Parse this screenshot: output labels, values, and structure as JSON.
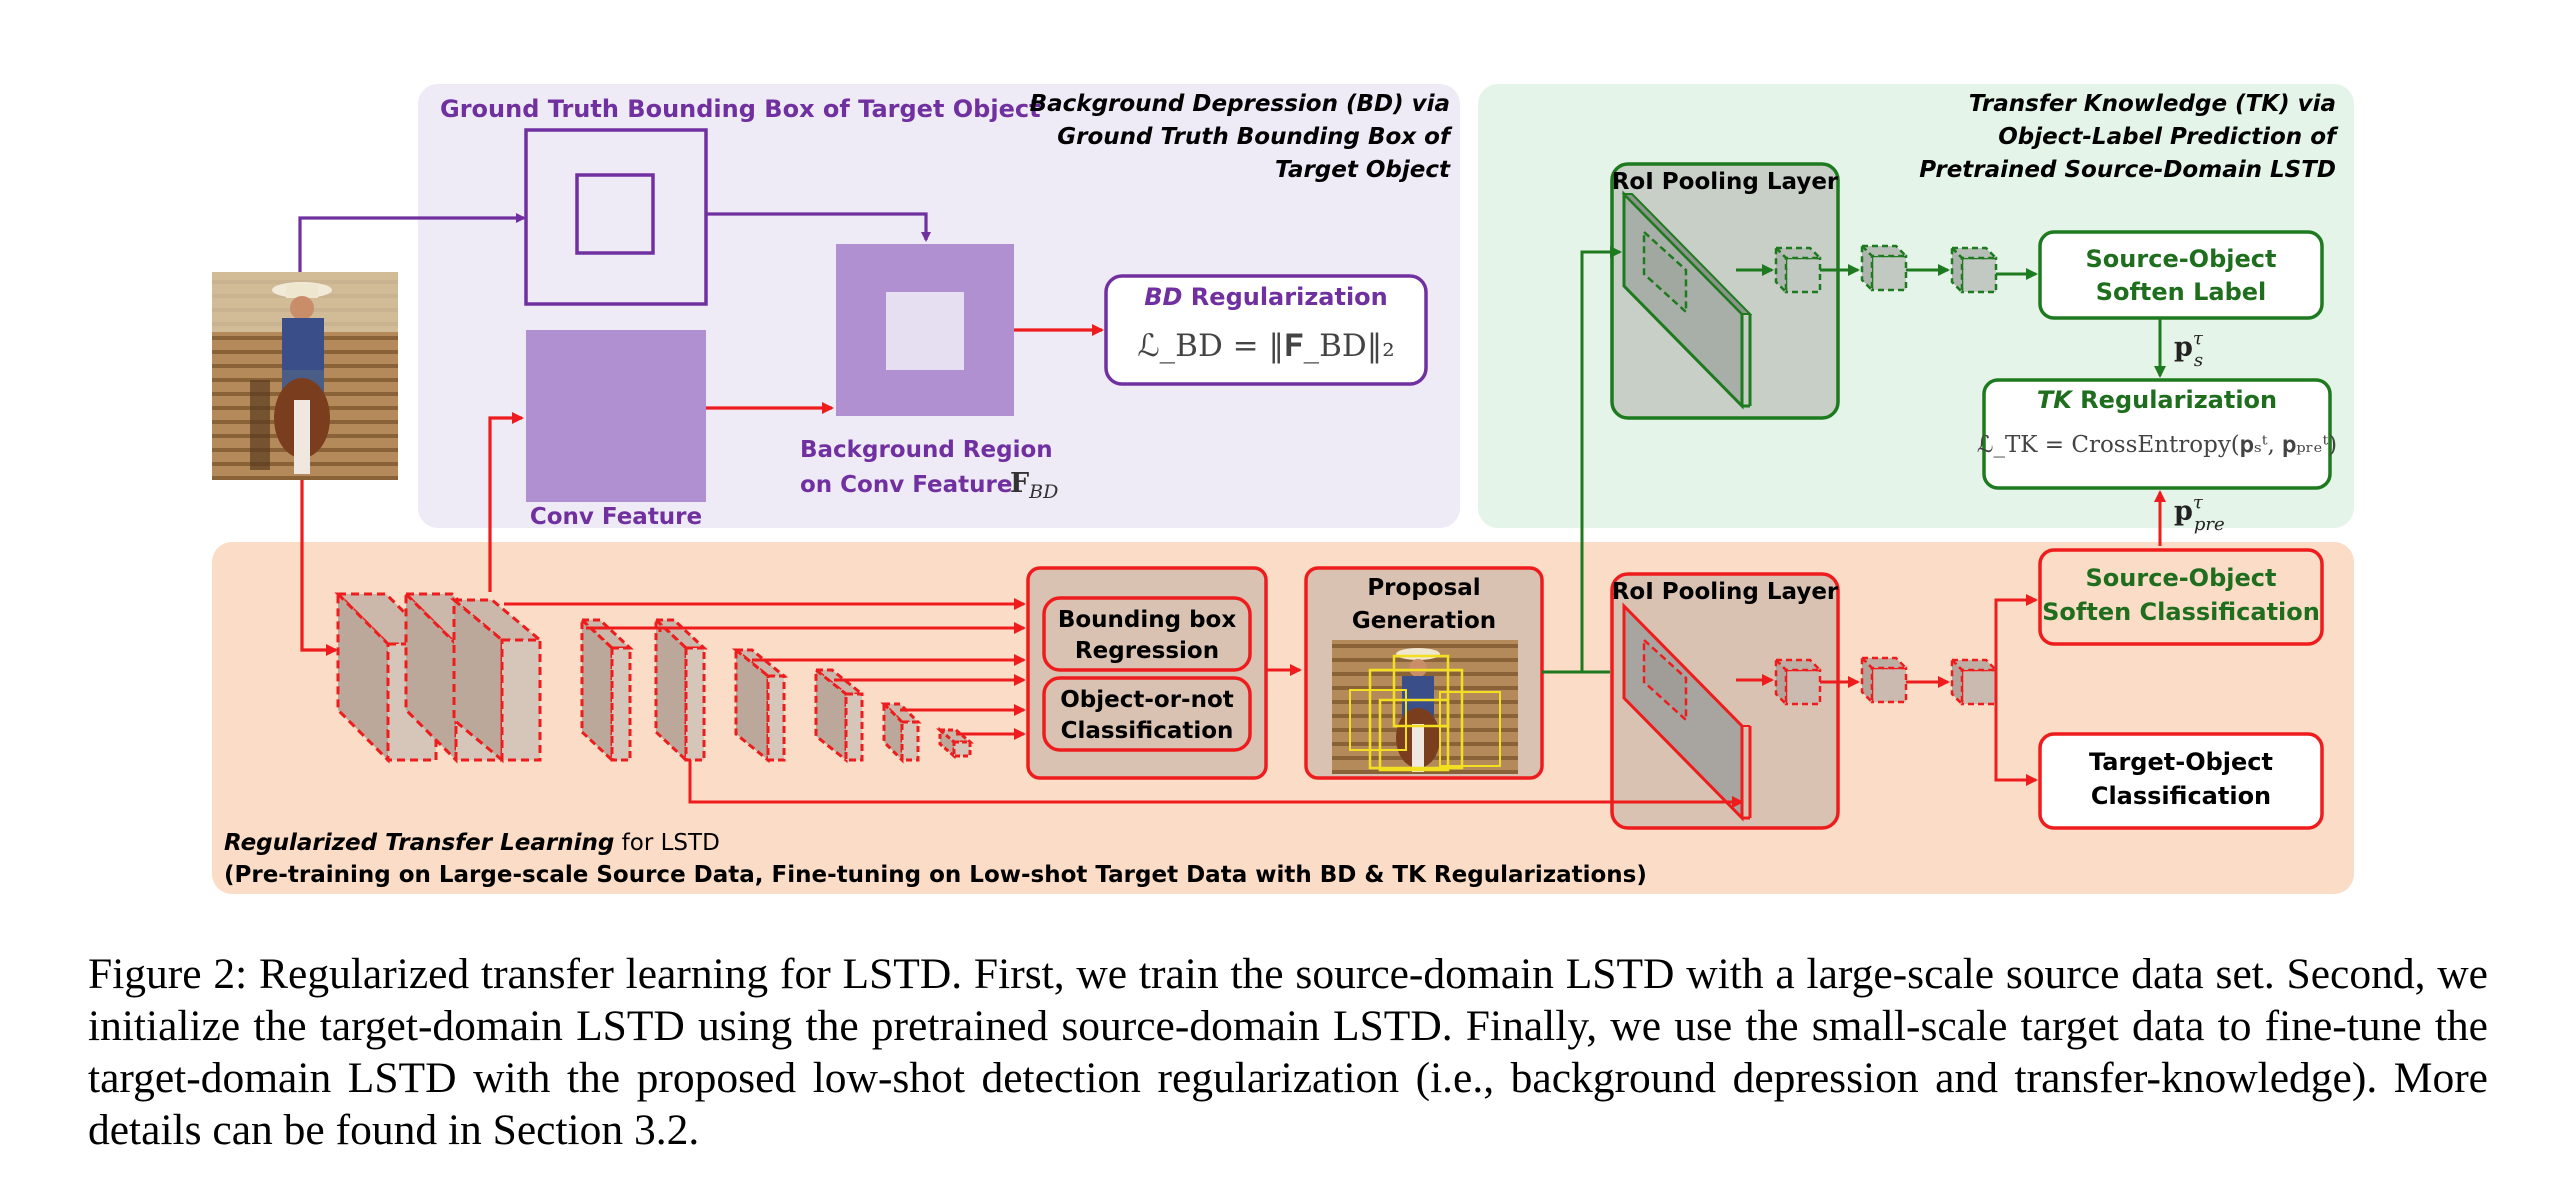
{
  "figure": {
    "bd_panel": {
      "title_line1_italic": "Background Depression (BD)",
      "title_line1_rest": " via",
      "title_line2": "Ground Truth Bounding Box of",
      "title_line3": "Target Object",
      "gt_box_label": "Ground Truth Bounding Box of Target Object",
      "conv_feature_label": "Conv Feature",
      "bg_region_line1": "Background Region",
      "bg_region_line2": "on  Conv Feature",
      "bg_region_math": "𝐅",
      "bg_region_math_sub": "BD",
      "bd_reg_title_italic": "BD",
      "bd_reg_title_rest": " Regularization",
      "bd_reg_formula": "ℒ_BD = ‖𝐅_BD‖₂"
    },
    "tk_panel": {
      "title_line1_italic": "Transfer Knowledge (TK)",
      "title_line1_rest": " via",
      "title_line2": "Object-Label Prediction of",
      "title_line3": "Pretrained Source-Domain LSTD",
      "roi_label": "RoI Pooling Layer",
      "source_label_line1": "Source-Object",
      "source_label_line2": "Soften Label",
      "ps_label": "𝐩",
      "ps_sub": "s",
      "ps_sup": "τ",
      "tk_reg_title_italic": "TK",
      "tk_reg_title_rest": " Regularization",
      "tk_reg_formula": "ℒ_TK = CrossEntropy(𝐩ₛᵗ, 𝐩ₚᵣₑᵗ)",
      "ppre_label": "𝐩",
      "ppre_sub": "pre",
      "ppre_sup": "τ"
    },
    "rtl_panel": {
      "bbox_reg_line1": "Bounding box",
      "bbox_reg_line2": "Regression",
      "obj_cls_line1": "Object-or-not",
      "obj_cls_line2": "Classification",
      "proposal_line1": "Proposal",
      "proposal_line2": "Generation",
      "roi_label": "RoI Pooling Layer",
      "source_cls_line1": "Source-Object",
      "source_cls_line2": "Soften Classification",
      "target_cls_line1": "Target-Object",
      "target_cls_line2": "Classification",
      "footer_italic": "Regularized Transfer Learning",
      "footer_rest": " for LSTD",
      "footer_line2": "(Pre-training on Large-scale Source Data,  Fine-tuning on Low-shot Target Data with BD & TK Regularizations)"
    }
  },
  "caption": "Figure 2: Regularized transfer learning for LSTD. First, we train the source-domain LSTD with a large-scale source data set. Second, we initialize the target-domain LSTD using the pretrained source-domain LSTD. Finally, we use the small-scale target data to fine-tune the target-domain LSTD with the proposed low-shot detection regularization (i.e., background depression and transfer-knowledge). More details can be found in Section 3.2.",
  "colors": {
    "purple": "#7030a0",
    "purple_fill": "#b090d0",
    "red": "#ee1c1c",
    "green": "#1e7a1e",
    "bd_bg": "#eeeaf6",
    "tk_bg": "#e5f4e8",
    "rtl_bg": "#fbdcc7"
  }
}
